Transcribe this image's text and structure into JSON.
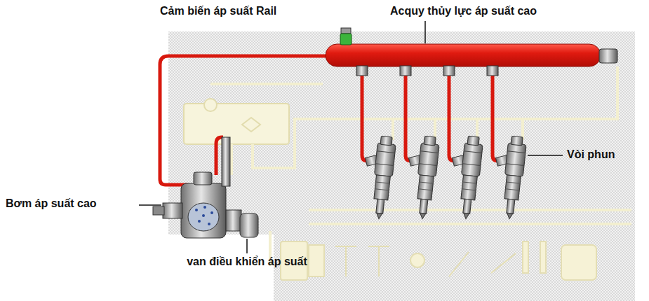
{
  "diagram": {
    "labels": [
      "Cảm biến áp suất Rail",
      "Acquy thủy lực áp suất cao",
      "Vòi phun",
      "Bơm áp suất cao",
      "van điều khiển áp suất"
    ]
  }
}
